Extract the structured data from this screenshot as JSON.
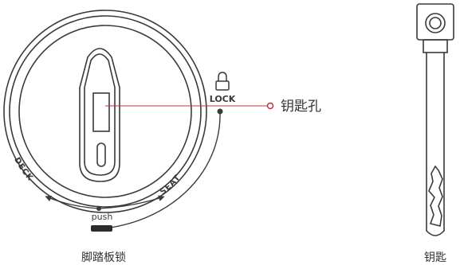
{
  "labels": {
    "lock": "LOCK",
    "deck": "DECK",
    "seat": "SEAT",
    "push": "push",
    "keyhole": "钥匙孔",
    "lock_caption": "脚踏板锁",
    "key_caption": "钥匙"
  },
  "colors": {
    "line": "#3a3a3a",
    "accent": "#c0303a",
    "text": "#333333"
  },
  "icons": {
    "padlock": "padlock-icon"
  }
}
